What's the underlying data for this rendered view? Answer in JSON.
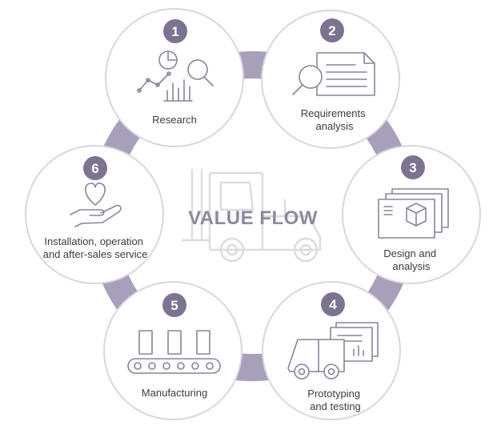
{
  "title": "VALUE FLOW",
  "colors": {
    "ring": "#a8a0bb",
    "badge": "#7c7391",
    "circle_fill": "#ffffff",
    "circle_stroke": "#d9d6e0",
    "title": "#8f88a0",
    "ghost_icon": "#dcdbe0",
    "icon_stroke": "#8a8398",
    "label": "#3c3c3c"
  },
  "steps": [
    {
      "number": "1",
      "label_lines": [
        "Research"
      ],
      "icon": "analytics-chart-magnifier-icon"
    },
    {
      "number": "2",
      "label_lines": [
        "Requirements",
        "analysis"
      ],
      "icon": "document-magnifier-icon"
    },
    {
      "number": "3",
      "label_lines": [
        "Design and",
        "analysis"
      ],
      "icon": "3d-design-cube-icon"
    },
    {
      "number": "4",
      "label_lines": [
        "Prototyping",
        "and testing"
      ],
      "icon": "prototype-vehicle-icon"
    },
    {
      "number": "5",
      "label_lines": [
        "Manufacturing"
      ],
      "icon": "conveyor-belt-icon"
    },
    {
      "number": "6",
      "label_lines": [
        "Installation, operation",
        "and after-sales service"
      ],
      "icon": "hand-heart-icon"
    }
  ],
  "center_icon": "forklift-icon"
}
